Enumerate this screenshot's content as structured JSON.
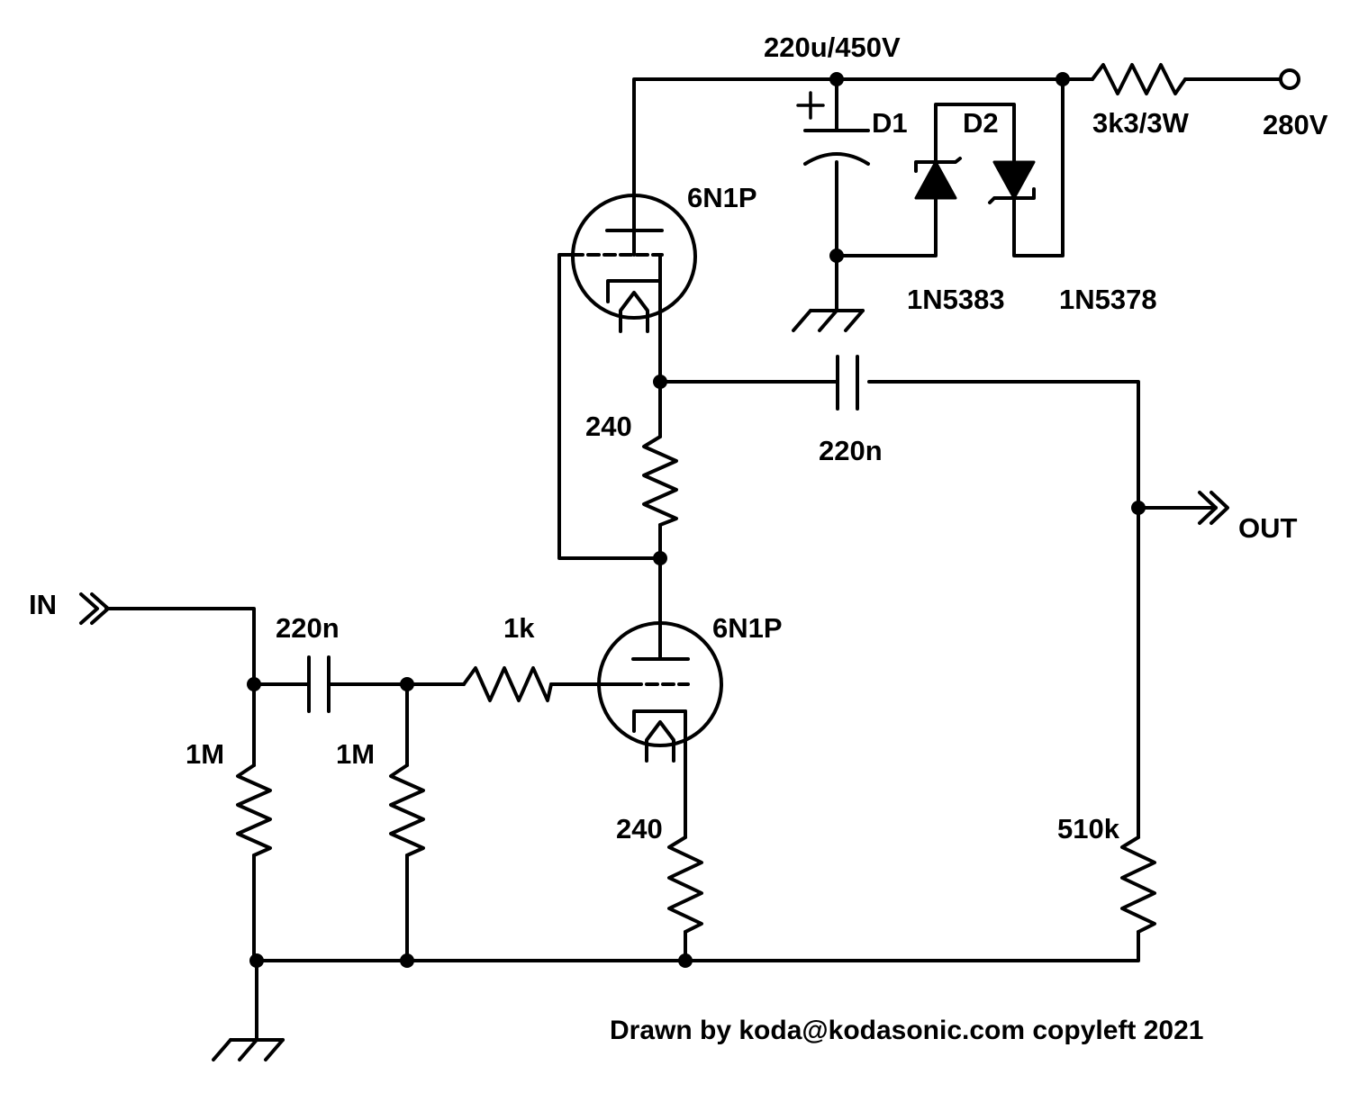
{
  "labels": {
    "input": "IN",
    "output": "OUT",
    "supply": "280V",
    "cap_reservoir": "220u/450V",
    "r_supply": "3k3/3W",
    "d1_ref": "D1",
    "d2_ref": "D2",
    "d1_part": "1N5383",
    "d2_part": "1N5378",
    "tube_upper": "6N1P",
    "tube_lower": "6N1P",
    "r_upper_cathode": "240",
    "r_lower_cathode": "240",
    "cap_output": "220n",
    "cap_input": "220n",
    "r_grid_stop": "1k",
    "r_input": "1M",
    "r_grid_leak": "1M",
    "r_output_load": "510k",
    "credit": "Drawn by koda@kodasonic.com copyleft 2021"
  }
}
